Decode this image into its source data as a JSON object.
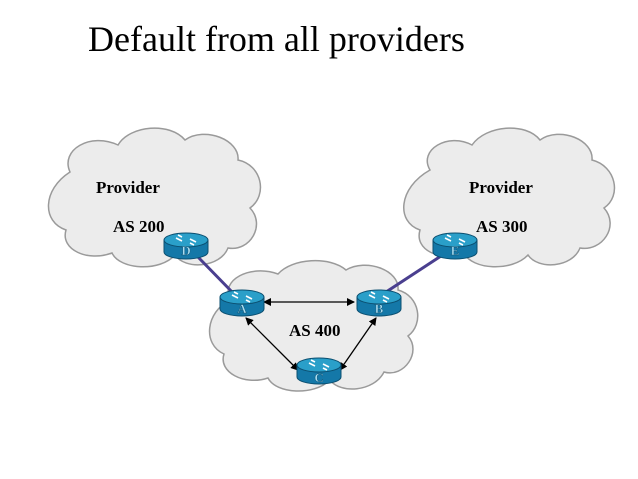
{
  "slide": {
    "title": "Default from all providers"
  },
  "clouds": {
    "provider_left": {
      "name": "Provider",
      "as": "AS 200"
    },
    "provider_right": {
      "name": "Provider",
      "as": "AS 300"
    },
    "center": {
      "as": "AS 400"
    }
  },
  "routers": {
    "d": "D",
    "e": "E",
    "a": "A",
    "b": "B",
    "c": "C"
  },
  "colors": {
    "cloud_fill": "#ececec",
    "cloud_stroke": "#9a9a9a",
    "router_top": "#2a9fc9",
    "router_body": "#1478a8",
    "router_label": "#a9dcf0",
    "provider_link": "#4a3f8f",
    "internal_link": "#000000"
  }
}
